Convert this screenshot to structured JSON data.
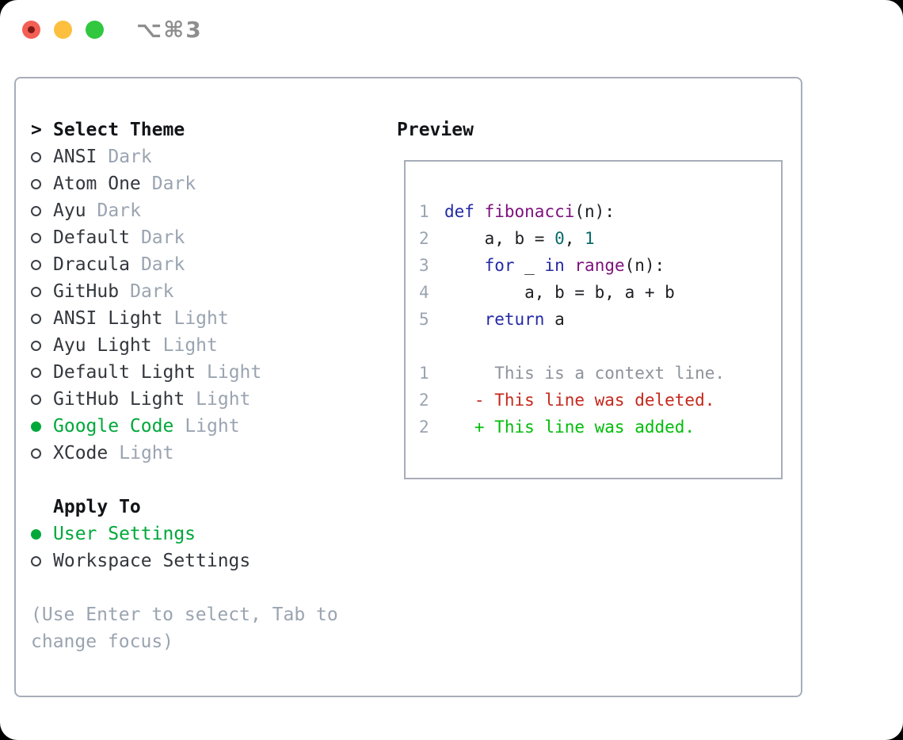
{
  "titlebar": {
    "shortcut": "⌥⌘3"
  },
  "theme_panel": {
    "header": {
      "prefix": ">",
      "label": "Select Theme"
    },
    "items": [
      {
        "label": "ANSI",
        "variant": "Dark",
        "selected": false
      },
      {
        "label": "Atom One",
        "variant": "Dark",
        "selected": false
      },
      {
        "label": "Ayu",
        "variant": "Dark",
        "selected": false
      },
      {
        "label": "Default",
        "variant": "Dark",
        "selected": false
      },
      {
        "label": "Dracula",
        "variant": "Dark",
        "selected": false
      },
      {
        "label": "GitHub",
        "variant": "Dark",
        "selected": false
      },
      {
        "label": "ANSI Light",
        "variant": "Light",
        "selected": false
      },
      {
        "label": "Ayu Light",
        "variant": "Light",
        "selected": false
      },
      {
        "label": "Default Light",
        "variant": "Light",
        "selected": false
      },
      {
        "label": "GitHub Light",
        "variant": "Light",
        "selected": false
      },
      {
        "label": "Google Code",
        "variant": "Light",
        "selected": true
      },
      {
        "label": "XCode",
        "variant": "Light",
        "selected": false
      }
    ]
  },
  "apply_panel": {
    "header": "Apply To",
    "items": [
      {
        "label": "User Settings",
        "selected": true
      },
      {
        "label": "Workspace Settings",
        "selected": false
      }
    ]
  },
  "help_text": [
    "(Use Enter to select, Tab to",
    "change focus)"
  ],
  "preview": {
    "title": "Preview",
    "lines": [
      {
        "num": "1",
        "tokens": [
          {
            "c": "kw",
            "t": "def"
          },
          {
            "c": "pln",
            "t": " "
          },
          {
            "c": "fn",
            "t": "fibonacci"
          },
          {
            "c": "pln",
            "t": "(n):"
          }
        ]
      },
      {
        "num": "2",
        "tokens": [
          {
            "c": "pln",
            "t": "    a, b = "
          },
          {
            "c": "lit",
            "t": "0"
          },
          {
            "c": "pln",
            "t": ", "
          },
          {
            "c": "lit",
            "t": "1"
          }
        ]
      },
      {
        "num": "3",
        "tokens": [
          {
            "c": "pln",
            "t": "    "
          },
          {
            "c": "kw",
            "t": "for"
          },
          {
            "c": "pln",
            "t": " _ "
          },
          {
            "c": "kw",
            "t": "in"
          },
          {
            "c": "pln",
            "t": " "
          },
          {
            "c": "fn",
            "t": "range"
          },
          {
            "c": "pln",
            "t": "(n):"
          }
        ]
      },
      {
        "num": "4",
        "tokens": [
          {
            "c": "pln",
            "t": "        a, b = b, a + b"
          }
        ]
      },
      {
        "num": "5",
        "tokens": [
          {
            "c": "pln",
            "t": "    "
          },
          {
            "c": "kw",
            "t": "return"
          },
          {
            "c": "pln",
            "t": " a"
          }
        ]
      },
      {
        "num": "",
        "tokens": []
      },
      {
        "num": "1",
        "tokens": [
          {
            "c": "ctx",
            "t": "     This is a context line."
          }
        ]
      },
      {
        "num": "2",
        "tokens": [
          {
            "c": "del",
            "t": "   - This line was deleted."
          }
        ]
      },
      {
        "num": "2",
        "tokens": [
          {
            "c": "add",
            "t": "   + This line was added."
          }
        ]
      }
    ]
  },
  "colors": {
    "accent-green": "#00a83a",
    "diff-added": "#00bd0a",
    "diff-deleted": "#c5281c",
    "syntax-keyword": "#2429a6",
    "syntax-function": "#7d107d",
    "syntax-literal": "#0a6b6b",
    "muted-gray": "#9aa4b1",
    "context-gray": "#8d939c",
    "border-gray": "#a7aeb9",
    "traffic-red": "#f45f55",
    "traffic-yellow": "#fcbf3e",
    "traffic-green": "#31c73f"
  }
}
